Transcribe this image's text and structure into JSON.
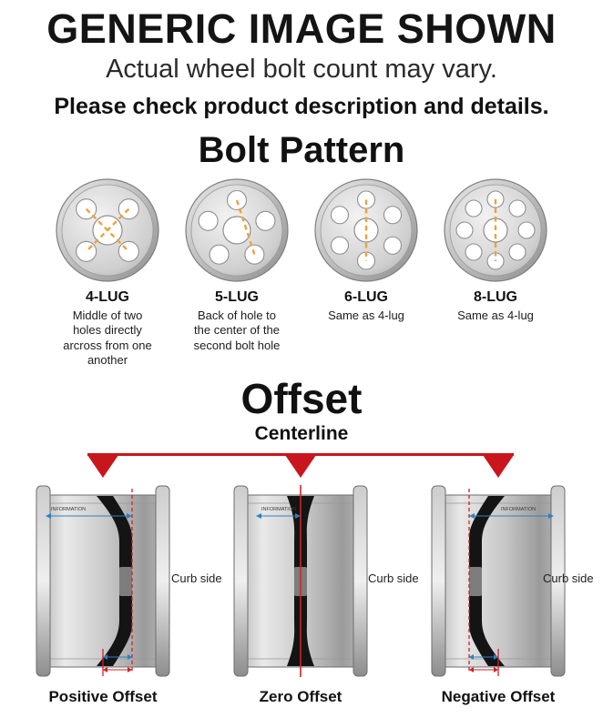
{
  "header": {
    "title": "GENERIC IMAGE SHOWN",
    "subtitle": "Actual wheel bolt count may vary.",
    "note": "Please check product description and details."
  },
  "bolt_pattern": {
    "title": "Bolt Pattern",
    "items": [
      {
        "label": "4-LUG",
        "description": "Middle of two holes directly arcross from one another"
      },
      {
        "label": "5-LUG",
        "description": "Back of hole to the center of the second bolt hole"
      },
      {
        "label": "6-LUG",
        "description": "Same as 4-lug"
      },
      {
        "label": "8-LUG",
        "description": "Same as 4-lug"
      }
    ]
  },
  "offset": {
    "title": "Offset",
    "centerline_label": "Centerline",
    "curb_side_label": "Curb side",
    "wheel_text": "INFORMATION",
    "items": [
      {
        "label": "Positive Offset"
      },
      {
        "label": "Zero Offset"
      },
      {
        "label": "Negative Offset"
      }
    ]
  },
  "colors": {
    "accent_red": "#c9151c",
    "dash_orange": "#efa23b",
    "dimension_blue": "#2f7fc0"
  }
}
